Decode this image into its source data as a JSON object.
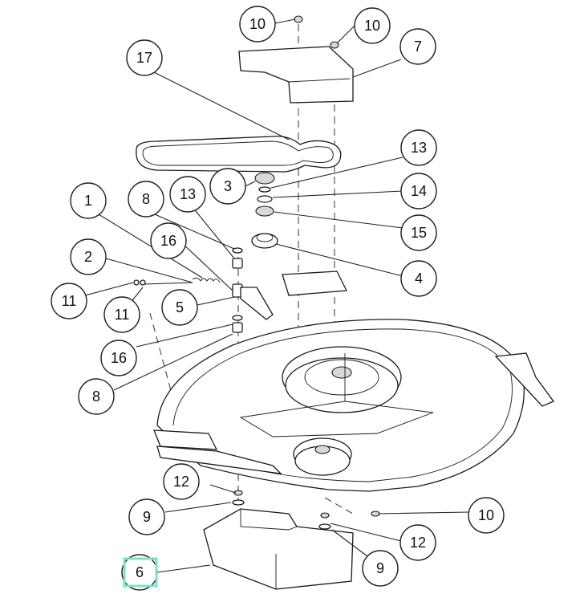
{
  "callouts": [
    {
      "label": "10"
    },
    {
      "label": "10"
    },
    {
      "label": "7"
    },
    {
      "label": "17"
    },
    {
      "label": "13"
    },
    {
      "label": "3"
    },
    {
      "label": "14"
    },
    {
      "label": "15"
    },
    {
      "label": "8"
    },
    {
      "label": "13"
    },
    {
      "label": "1"
    },
    {
      "label": "16"
    },
    {
      "label": "4"
    },
    {
      "label": "2"
    },
    {
      "label": "11"
    },
    {
      "label": "11"
    },
    {
      "label": "5"
    },
    {
      "label": "16"
    },
    {
      "label": "8"
    },
    {
      "label": "12"
    },
    {
      "label": "9"
    },
    {
      "label": "10"
    },
    {
      "label": "12"
    },
    {
      "label": "9"
    },
    {
      "label": "6"
    }
  ],
  "highlight": {
    "color": "#7fe0c8"
  }
}
